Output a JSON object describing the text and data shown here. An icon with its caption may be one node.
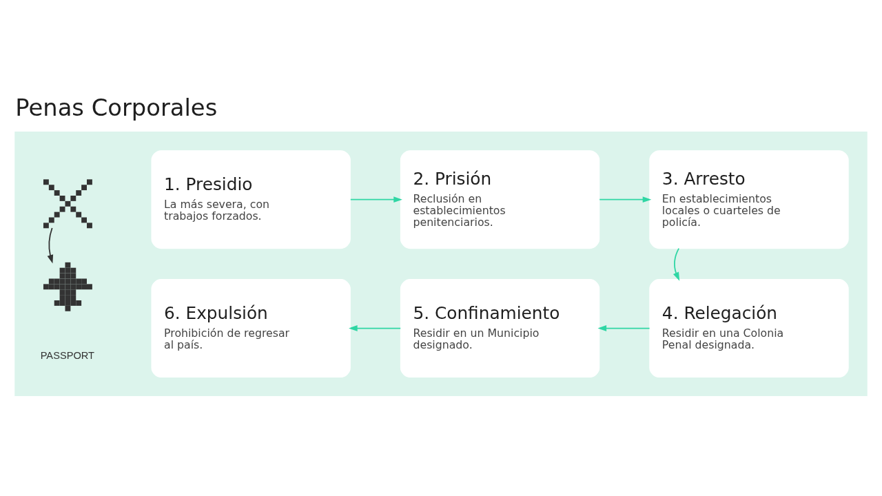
{
  "diagram": {
    "title": "Penas Corporales",
    "nodes": [
      {
        "text": [],
        "shape": "box"
      },
      {
        "text": [],
        "shape": "picture",
        "in": 0
      },
      {
        "text": [
          "1. Presidio",
          "La más severa, con trabajos forzados."
        ],
        "in": 0
      },
      {
        "text": [
          "2. Prisión",
          "Reclusión en establecimientos penitenciarios."
        ],
        "in": 0
      },
      {
        "text": [
          "3. Arresto",
          "En establecimientos locales o cuarteles de policía."
        ],
        "in": 0
      },
      {
        "text": [],
        "shape": "picture",
        "in": 0
      },
      {
        "text": [
          "6. Expulsión",
          "Prohibición de regresar al país."
        ],
        "in": 0
      },
      {
        "text": [
          "5. Confinamiento",
          "Residir en un Municipio designado."
        ],
        "in": 0
      },
      {
        "text": [
          "4. Relegación",
          "Residir en una Colonia Penal designada."
        ],
        "in": 0
      }
    ],
    "edges": [
      {
        "from": 2,
        "to": 3,
        "arrow": "to"
      },
      {
        "from": 3,
        "to": 4,
        "arrow": "to"
      },
      {
        "from": 4,
        "to": 8,
        "arrow": "to"
      },
      {
        "from": 8,
        "to": 7,
        "arrow": "to"
      },
      {
        "from": 7,
        "to": 6,
        "arrow": "to"
      },
      {
        "from": 1,
        "to": 5,
        "arrow": "to",
        "color": "#333333"
      }
    ],
    "labels": [
      "PASSPORT"
    ]
  }
}
